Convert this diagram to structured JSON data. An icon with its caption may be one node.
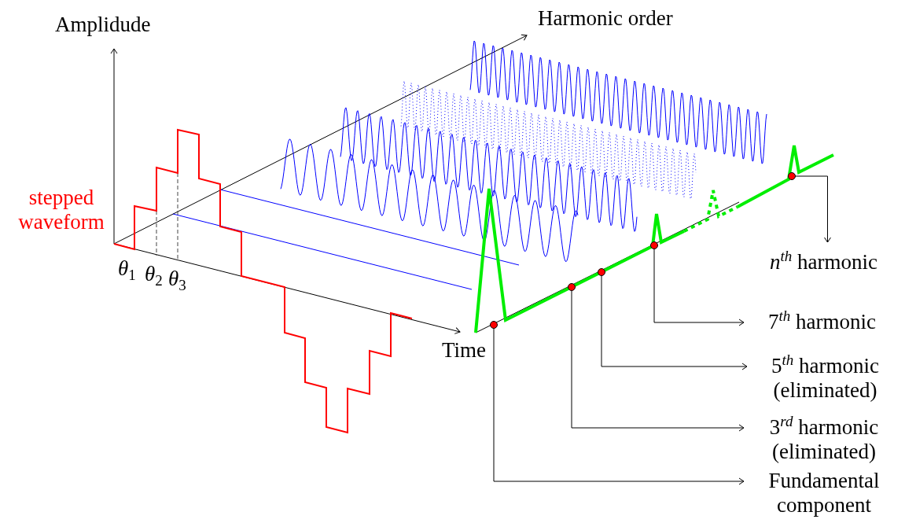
{
  "diagram": {
    "nodes": [
      {
        "text": [
          "*n*$^{th}$ harmonic"
        ]
      },
      {
        "text": [
          "7$^{th}$ harmonic"
        ]
      },
      {
        "text": [
          "5$^{th}$ harmonic (eliminated)"
        ]
      },
      {
        "text": [
          "3$^{rd}$ harmonic (eliminated)"
        ]
      },
      {
        "text": [
          "Fundamental component"
        ]
      },
      {
        "text": [],
        "shape": "circle"
      },
      {
        "text": [],
        "shape": "circle"
      },
      {
        "text": [],
        "shape": "circle"
      },
      {
        "text": [],
        "shape": "circle"
      },
      {
        "text": [],
        "shape": "circle"
      }
    ],
    "edges": [
      {
        "from": 5,
        "to": 4,
        "arrow": "to"
      },
      {
        "from": 6,
        "to": 3,
        "arrow": "to"
      },
      {
        "from": 7,
        "to": 2,
        "arrow": "to"
      },
      {
        "from": 8,
        "to": 1,
        "arrow": "to"
      },
      {
        "from": 9,
        "to": 0,
        "arrow": "to"
      }
    ],
    "labels": [
      "Amplidude",
      "Harmonic order",
      "stepped waveform",
      "*θ*$_{1}$",
      "*θ*$_{2}$",
      "*θ*$_{3}$",
      "Time"
    ]
  }
}
